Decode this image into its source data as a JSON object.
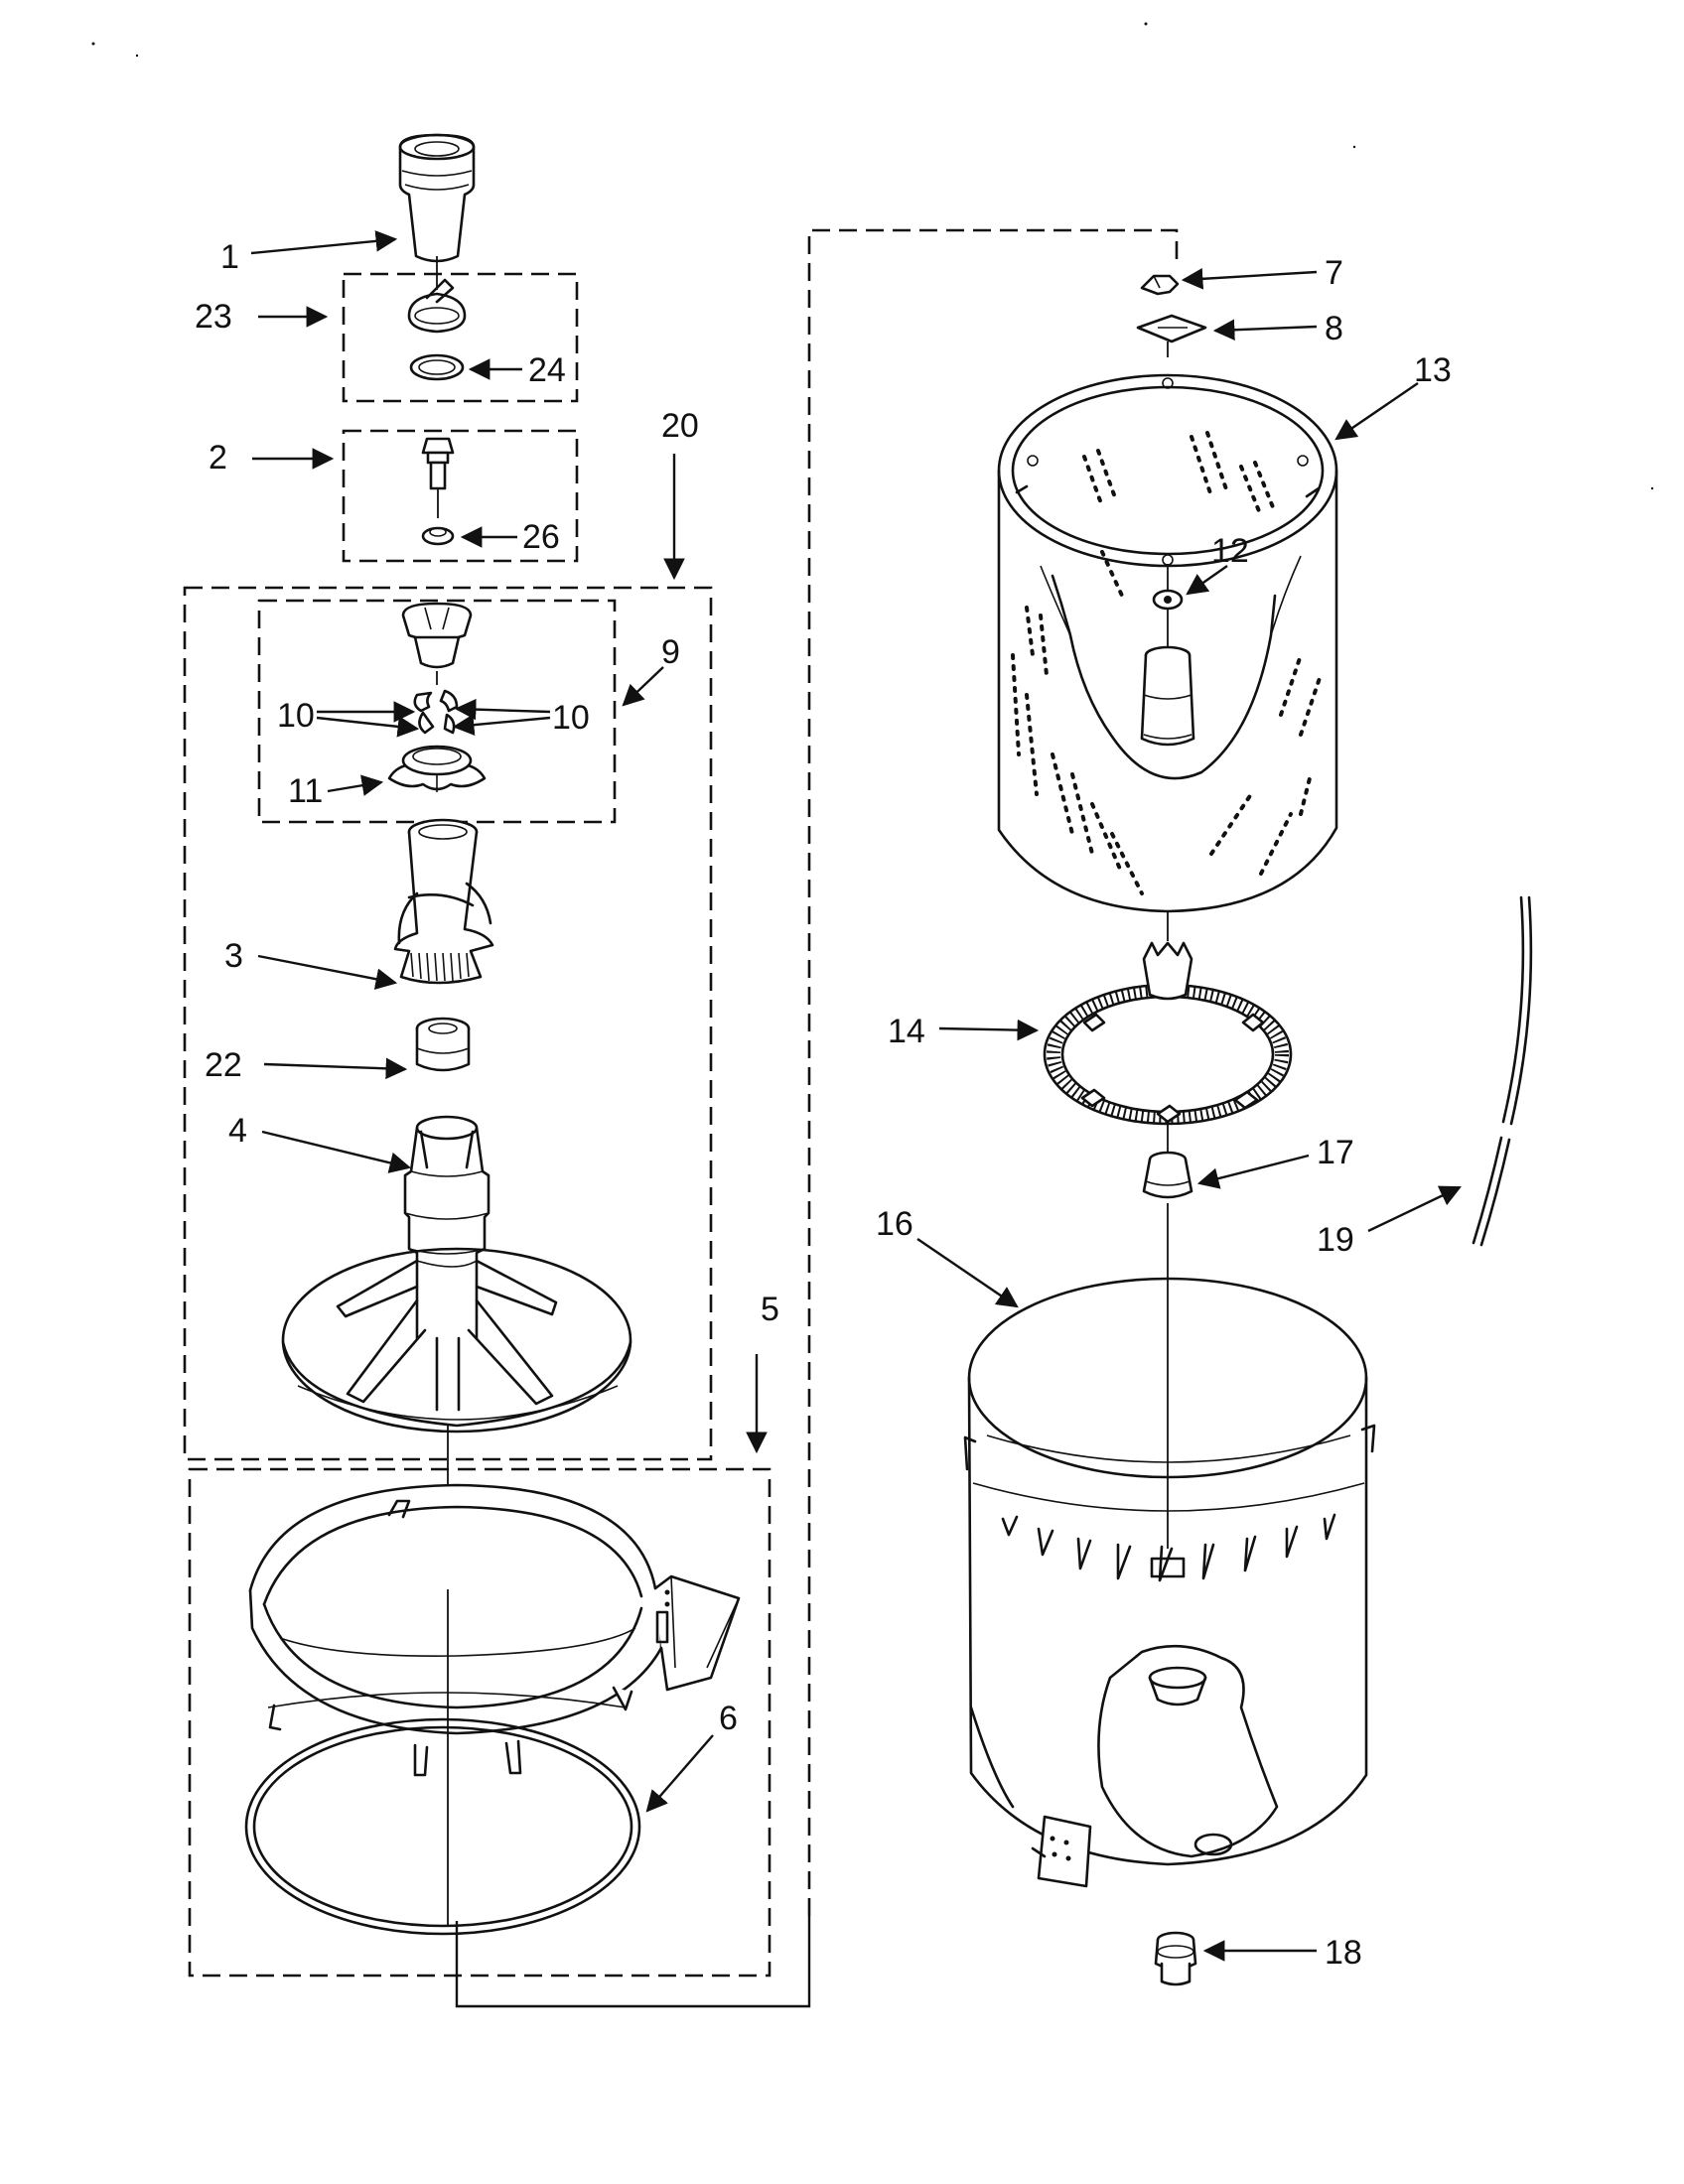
{
  "labels": {
    "p1": "1",
    "p23": "23",
    "p24": "24",
    "p2": "2",
    "p26": "26",
    "p20": "20",
    "p9": "9",
    "p10a": "10",
    "p10b": "10",
    "p11": "11",
    "p3": "3",
    "p22": "22",
    "p4": "4",
    "p5": "5",
    "p6": "6",
    "p7": "7",
    "p8": "8",
    "p13": "13",
    "p12": "12",
    "p14": "14",
    "p17": "17",
    "p16": "16",
    "p19": "19",
    "p18": "18"
  }
}
